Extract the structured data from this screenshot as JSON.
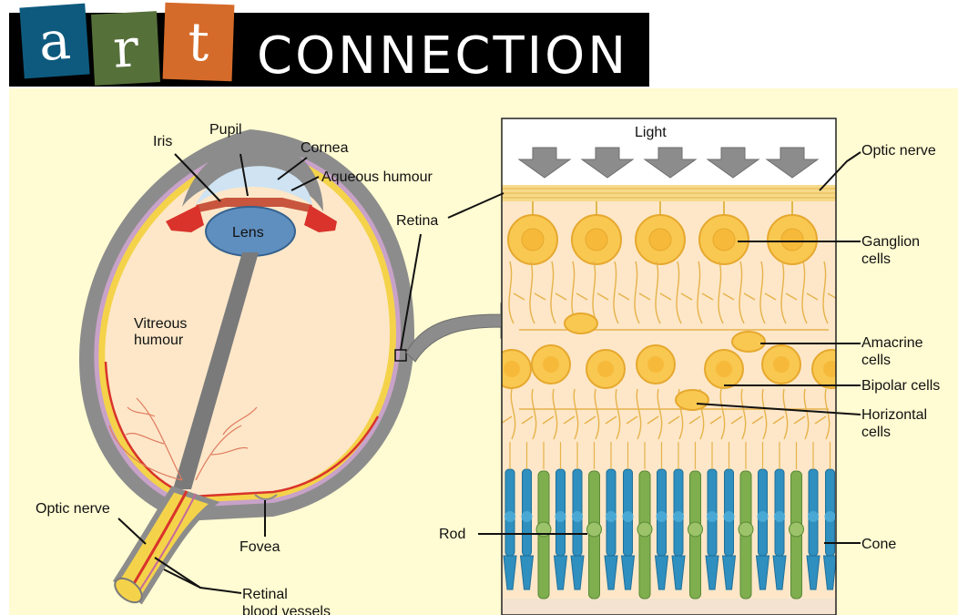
{
  "header": {
    "letters": [
      "a",
      "r",
      "t"
    ],
    "title": "CONNECTION",
    "tile_colors": [
      "#0e5a7e",
      "#56703a",
      "#d56b2a"
    ]
  },
  "labels": {
    "light": "Light",
    "pupil": "Pupil",
    "iris": "Iris",
    "cornea": "Cornea",
    "aqueous_humour": "Aqueous humour",
    "lens": "Lens",
    "retina": "Retina",
    "vitreous_line1": "Vitreous",
    "vitreous_line2": "humour",
    "optic_nerve_left": "Optic nerve",
    "fovea": "Fovea",
    "retinal_vessels_line1": "Retinal",
    "retinal_vessels_line2": "blood vessels",
    "optic_nerve_right": "Optic nerve",
    "ganglion_line1": "Ganglion",
    "ganglion_line2": "cells",
    "amacrine_line1": "Amacrine",
    "amacrine_line2": "cells",
    "bipolar": "Bipolar cells",
    "horizontal_line1": "Horizontal",
    "horizontal_line2": "cells",
    "rod": "Rod",
    "cone": "Cone"
  },
  "colors": {
    "background": "#fffbd2",
    "sclera": "#8c8c8c",
    "retina_fill": "#fde7c8",
    "lens": "#5f8fbf",
    "iris": "#c8553d",
    "nerve": "#f4d34a",
    "cell": "#f9c850",
    "cone": "#2f8fbf",
    "rod": "#7fae4f"
  }
}
